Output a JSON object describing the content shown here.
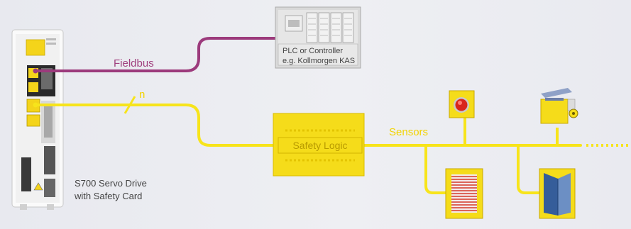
{
  "labels": {
    "fieldbus": "Fieldbus",
    "n": "n",
    "sensors": "Sensors",
    "safety_logic": "Safety Logic",
    "plc_line1": "PLC or Controller",
    "plc_line2": "e.g. Kollmorgen KAS",
    "drive_line1": "S700 Servo Drive",
    "drive_line2": "with Safety Card"
  },
  "colors": {
    "fieldbus": "#9c3a7c",
    "safety_bus": "#f7e41b",
    "safety_logic_fill": "#f5dc1a",
    "safety_logic_border": "#d9bc00"
  }
}
